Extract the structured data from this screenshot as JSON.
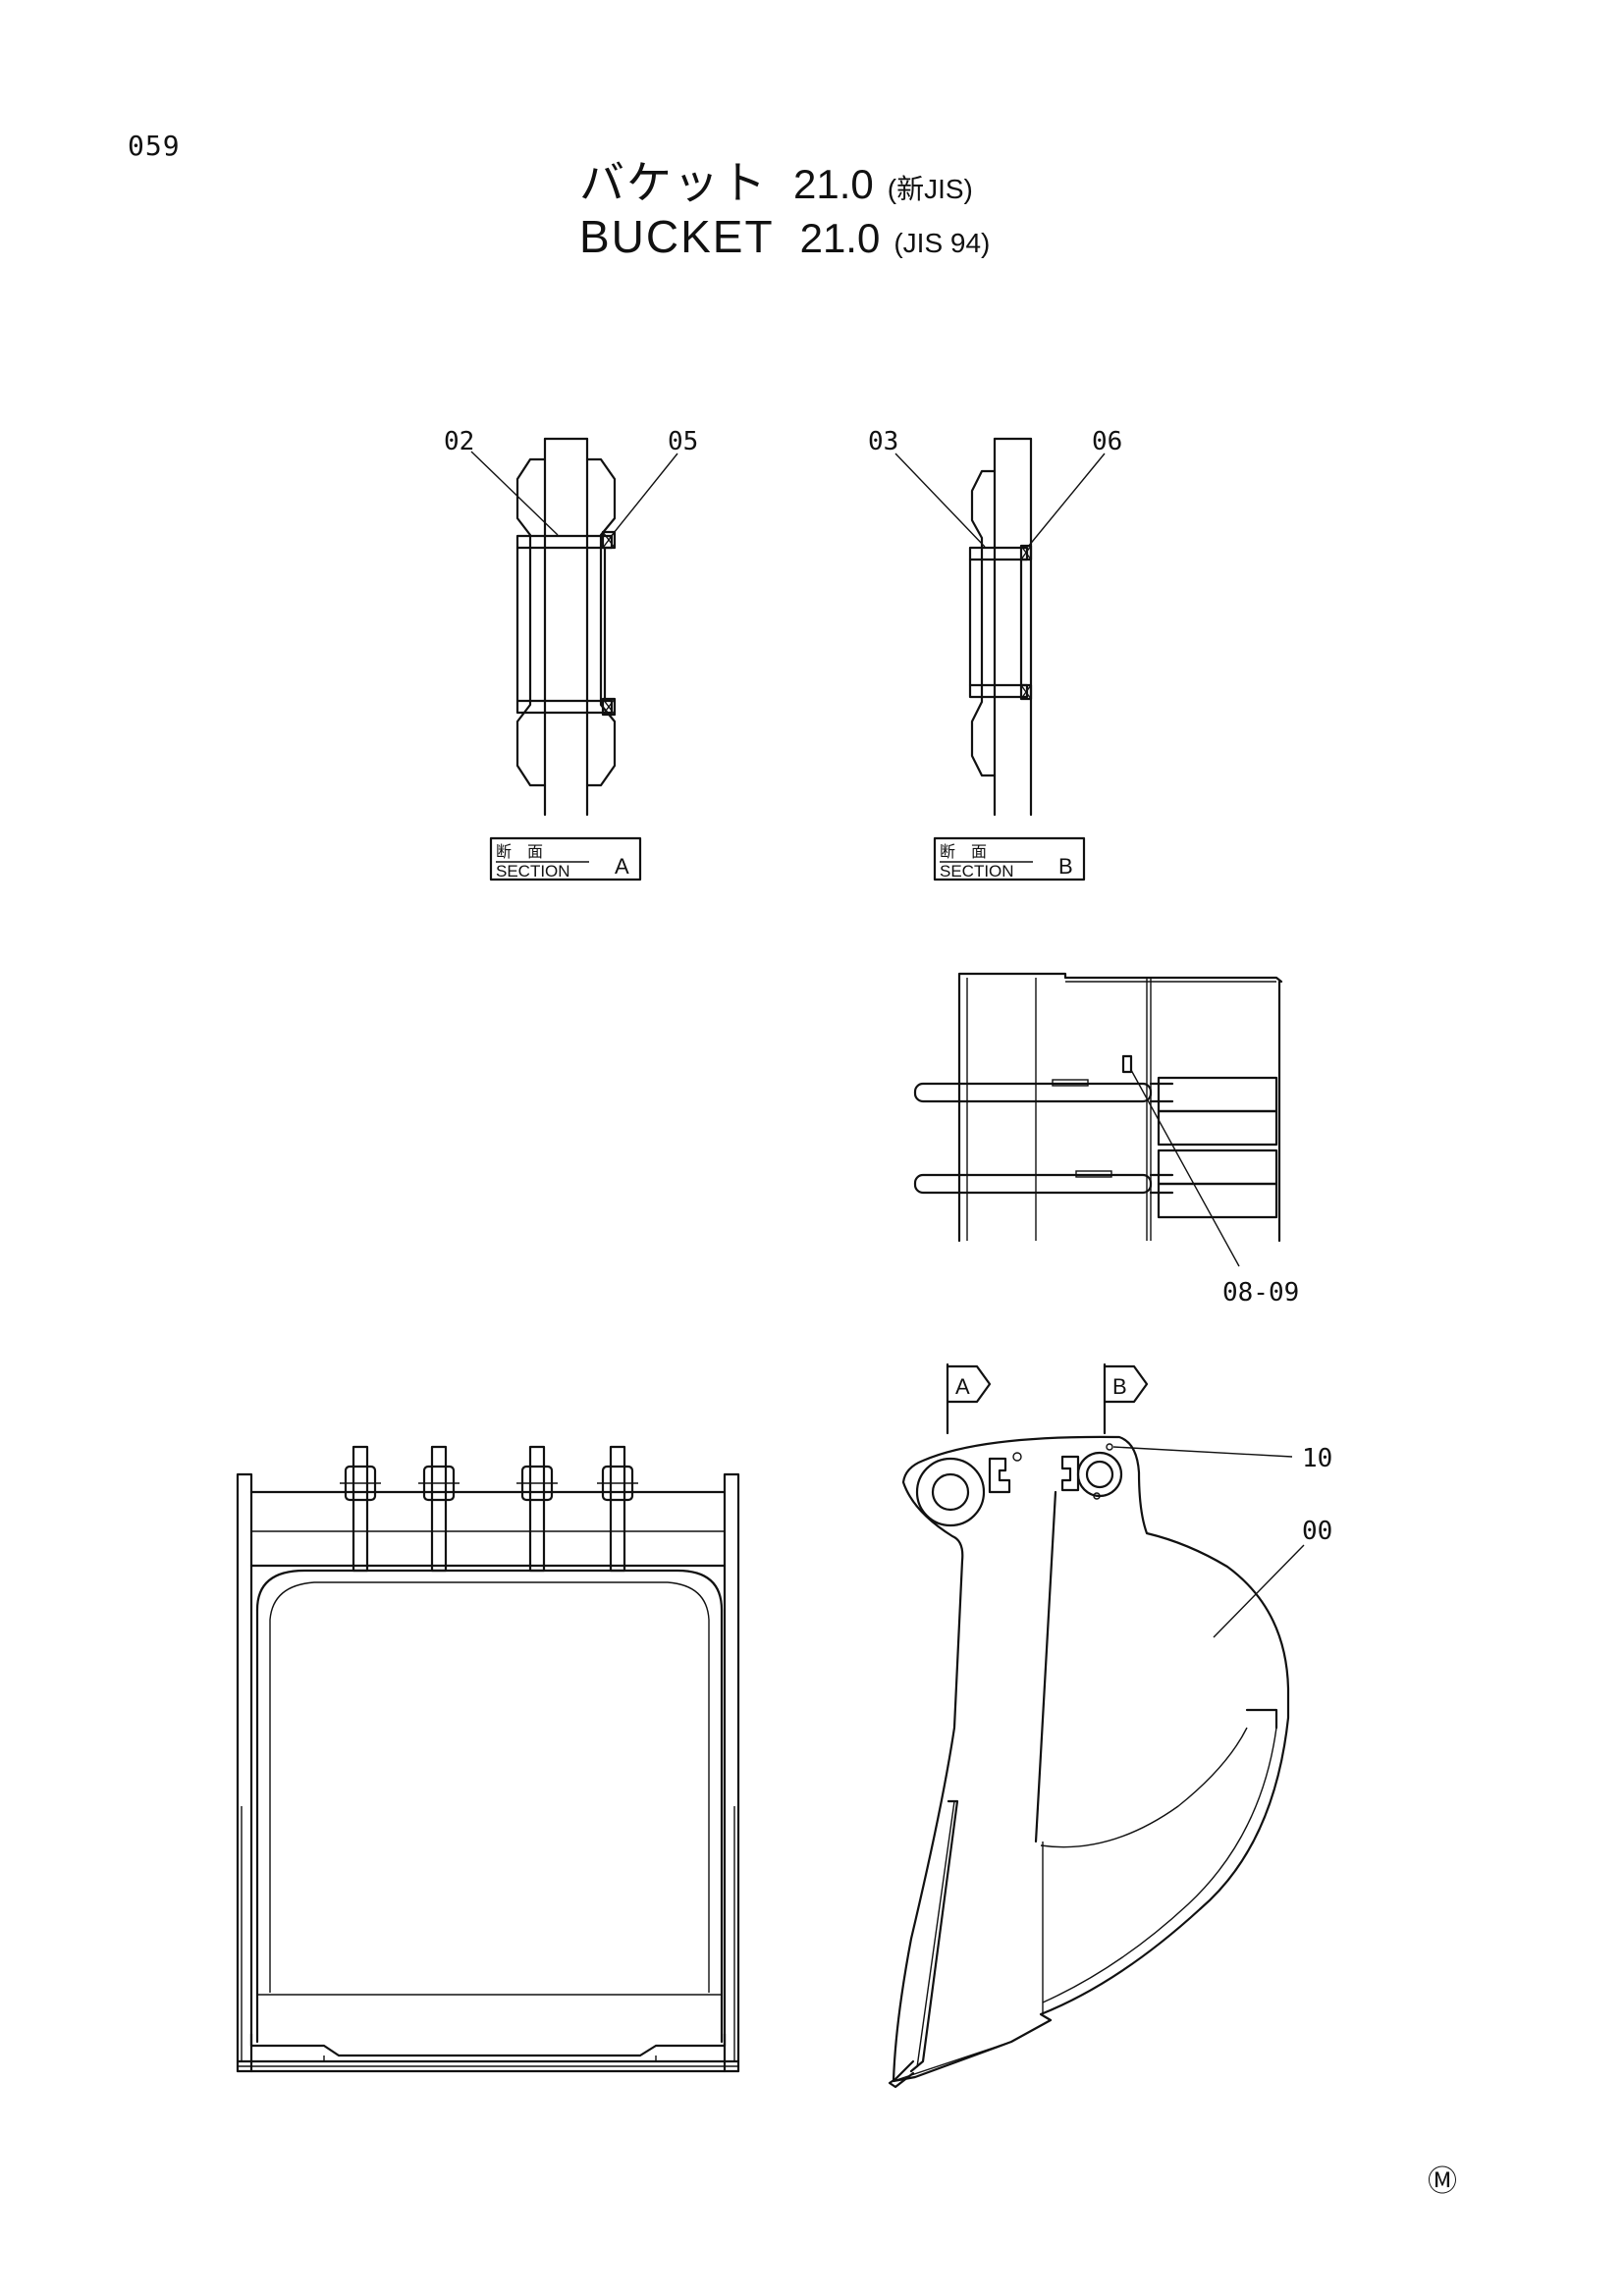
{
  "page": {
    "number": "059"
  },
  "title": {
    "line1": {
      "main": "バケット",
      "size": "21.0",
      "standard": "(新JIS)"
    },
    "line2": {
      "main": "BUCKET",
      "size": "21.0",
      "standard": "(JIS 94)"
    }
  },
  "sections": {
    "a": {
      "jp": "断　面",
      "en": "SECTION",
      "letter": "A",
      "callouts": [
        "02",
        "05"
      ]
    },
    "b": {
      "jp": "断　面",
      "en": "SECTION",
      "letter": "B",
      "callouts": [
        "03",
        "06"
      ]
    }
  },
  "callouts": {
    "teeth_detail": "08-09",
    "side_pin": "10",
    "bucket_body": "00"
  },
  "view_markers": {
    "a": "A",
    "b": "B"
  },
  "mark": {
    "symbol": "Ⓜ"
  }
}
